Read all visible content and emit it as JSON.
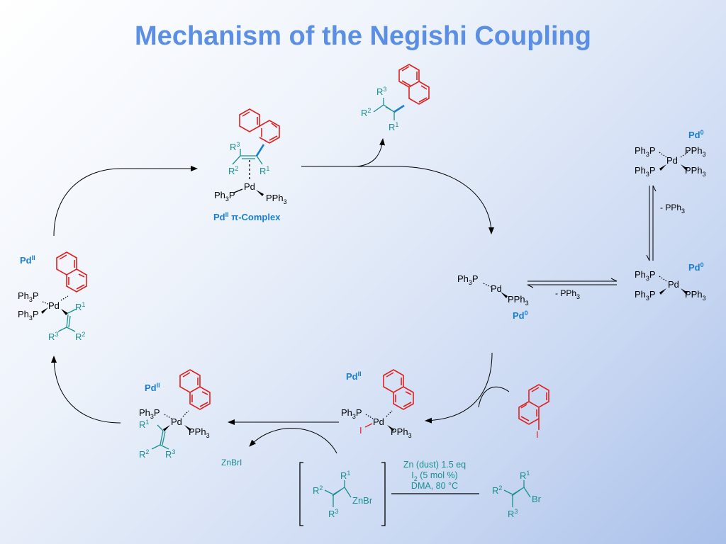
{
  "title": "Mechanism of the Negishi Coupling",
  "colors": {
    "title": "#5b8fe3",
    "naphthalene": "#e02020",
    "vinyl": "#1a8f8f",
    "pd_label": "#1a7fd1",
    "new_bond": "#1a7fd1"
  },
  "labels": {
    "pd0": "Pd",
    "pd0_sup": "0",
    "pd2": "Pd",
    "pd2_sup": "II",
    "pi_complex": "π-Complex",
    "pd": "Pd",
    "ph3p": "Ph",
    "p": "P",
    "pph": "PPh",
    "three": "3",
    "minus_pph": "- PPh",
    "r1": "R",
    "r2": "R",
    "r3": "R",
    "one": "1",
    "two": "2",
    "iodine": "I",
    "znbri": "ZnBrI",
    "znbr": "ZnBr",
    "br": "Br"
  },
  "conditions": {
    "line1": "Zn (dust) 1.5 eq",
    "line2a": "I",
    "line2sub": "2",
    "line2b": " (5 mol %)",
    "line3": "DMA, 80 °C"
  }
}
